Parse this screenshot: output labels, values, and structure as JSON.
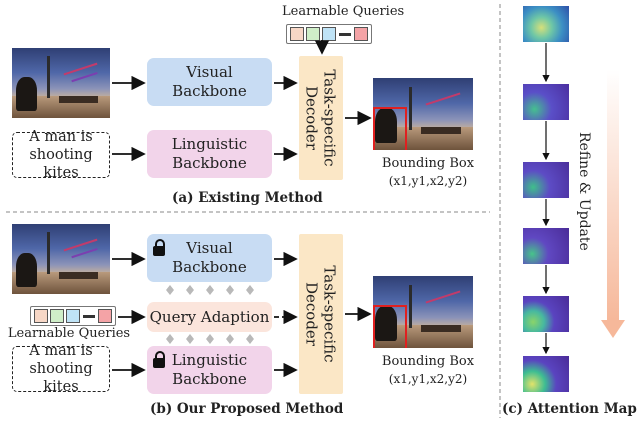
{
  "existing": {
    "visual_backbone": "Visual\nBackbone",
    "linguistic_backbone": "Linguistic\nBackbone",
    "decoder": "Task-specific\nDecoder",
    "learnable_queries": "Learnable Queries",
    "text_query": "A man is\nshooting kites",
    "bbox_label": "Bounding Box",
    "bbox_coords": "(x1,y1,x2,y2)",
    "caption": "(a) Existing Method"
  },
  "proposed": {
    "visual_backbone": "Visual\nBackbone",
    "linguistic_backbone": "Linguistic\nBackbone",
    "query_adaption": "Query Adaption",
    "decoder": "Task-specific\nDecoder",
    "learnable_queries": "Learnable Queries",
    "text_query": "A man is\nshooting kites",
    "bbox_label": "Bounding Box",
    "bbox_coords": "(x1,y1,x2,y2)",
    "caption": "(b) Our Proposed Method"
  },
  "attention": {
    "side_label": "Refine & Update",
    "caption": "(c) Attention Map"
  },
  "query_colors": [
    "#f7d7c6",
    "#cfeec8",
    "#bfe3f6",
    "#f4a3a6"
  ],
  "colors": {
    "visual": "#c8dcf3",
    "linguistic": "#f2d4ea",
    "decoder": "#fbe7c6",
    "query_adaption": "#fbe5dc",
    "refine_arrow": "#f6b89a"
  }
}
